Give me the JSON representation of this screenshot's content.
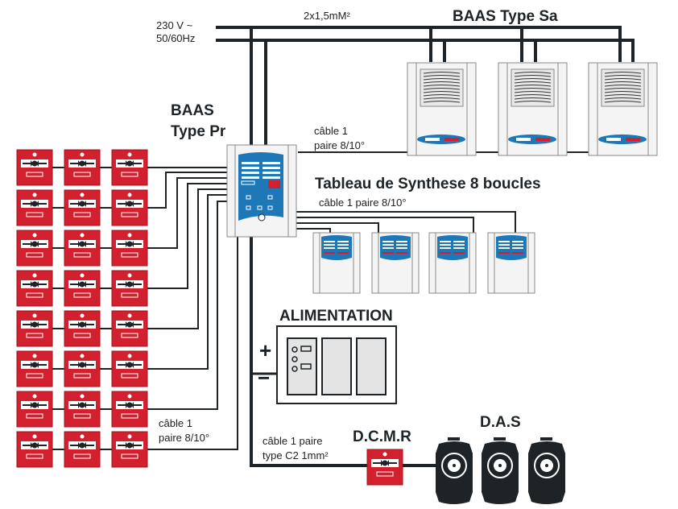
{
  "labels": {
    "power_line1": "230 V ~",
    "power_line2": "50/60Hz",
    "power_cable": "2x1,5mM²",
    "baas_sa_title": "BAAS Type Sa",
    "baas_pr_line1": "BAAS",
    "baas_pr_line2": "Type Pr",
    "sa_cable_line1": "câble 1",
    "sa_cable_line2": "paire 8/10°",
    "synth_title": "Tableau de Synthese 8 boucles",
    "synth_cable": "câble 1 paire 8/10°",
    "alim_title": "ALIMENTATION",
    "alim_plus": "+",
    "alim_minus": "−",
    "dm_cable_line1": "câble 1",
    "dm_cable_line2": "paire 8/10°",
    "c2_cable_line1": "câble 1 paire",
    "c2_cable_line2": "type C2 1mm²",
    "dcmr_title": "D.C.M.R",
    "das_title": "D.A.S"
  },
  "components": {
    "manual_call_points": {
      "rows": 8,
      "per_row": 3,
      "icon": "manual-call-point-icon"
    },
    "baas_sa_units": 3,
    "synthesis_panels": 4,
    "alim_modules": 3,
    "dcmr_units": 1,
    "das_units": 3
  },
  "colors": {
    "wire": "#1d2326",
    "call_point_red": "#d3202e",
    "panel_blue": "#1e78b8",
    "indicator_red": "#d3202e",
    "housing": "#f4f4f4",
    "das_body": "#1d2326"
  }
}
